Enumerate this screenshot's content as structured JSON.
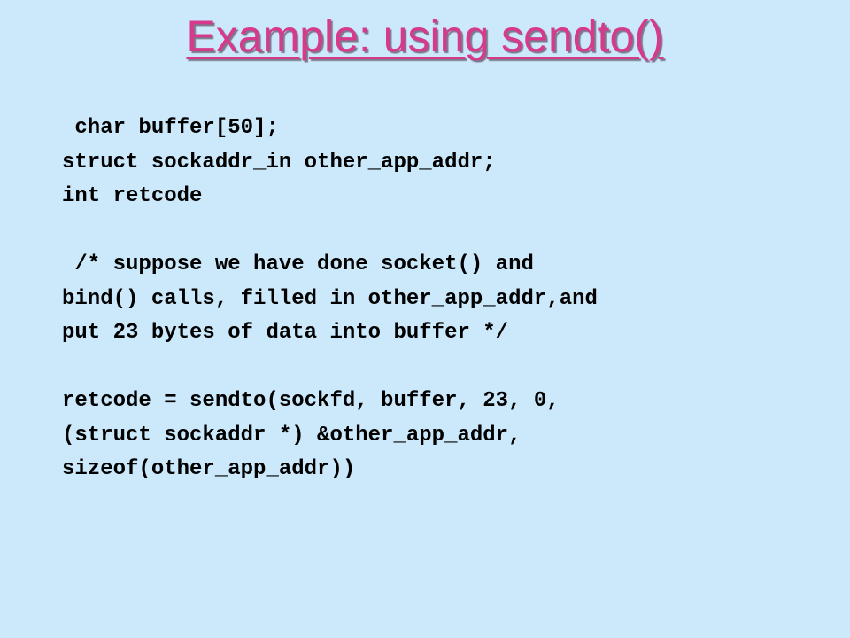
{
  "slide": {
    "title": "Example: using sendto()",
    "code_lines": [
      " char buffer[50];",
      "struct sockaddr_in other_app_addr;",
      "int retcode",
      "",
      " /* suppose we have done socket() and",
      "bind() calls, filled in other_app_addr,and",
      "put 23 bytes of data into buffer */",
      "",
      "retcode = sendto(sockfd, buffer, 23, 0,",
      "(struct sockaddr *) &other_app_addr,",
      "sizeof(other_app_addr))"
    ]
  },
  "colors": {
    "background": "#cce9fb",
    "title": "#d63a8c",
    "code": "#000000"
  }
}
